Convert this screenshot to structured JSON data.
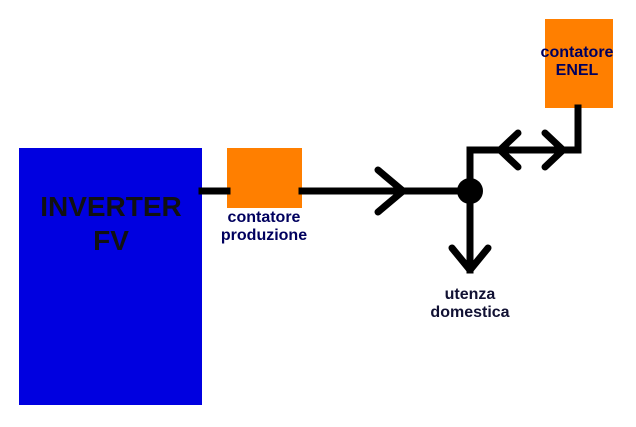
{
  "colors": {
    "background": "#ffffff",
    "inverter_fill": "#0000e0",
    "inverter_text": "#111111",
    "meter_fill": "#ff7f00",
    "meter_text": "#00005e",
    "line": "#000000",
    "user_text": "#111133"
  },
  "inverter": {
    "line1": "INVERTER",
    "line2": "FV"
  },
  "production_meter": {
    "line1": "contatore",
    "line2": "produzione"
  },
  "enel_meter": {
    "line1": "contatore",
    "line2": "ENEL"
  },
  "domestic_use": {
    "line1": "utenza",
    "line2": "domestica"
  }
}
